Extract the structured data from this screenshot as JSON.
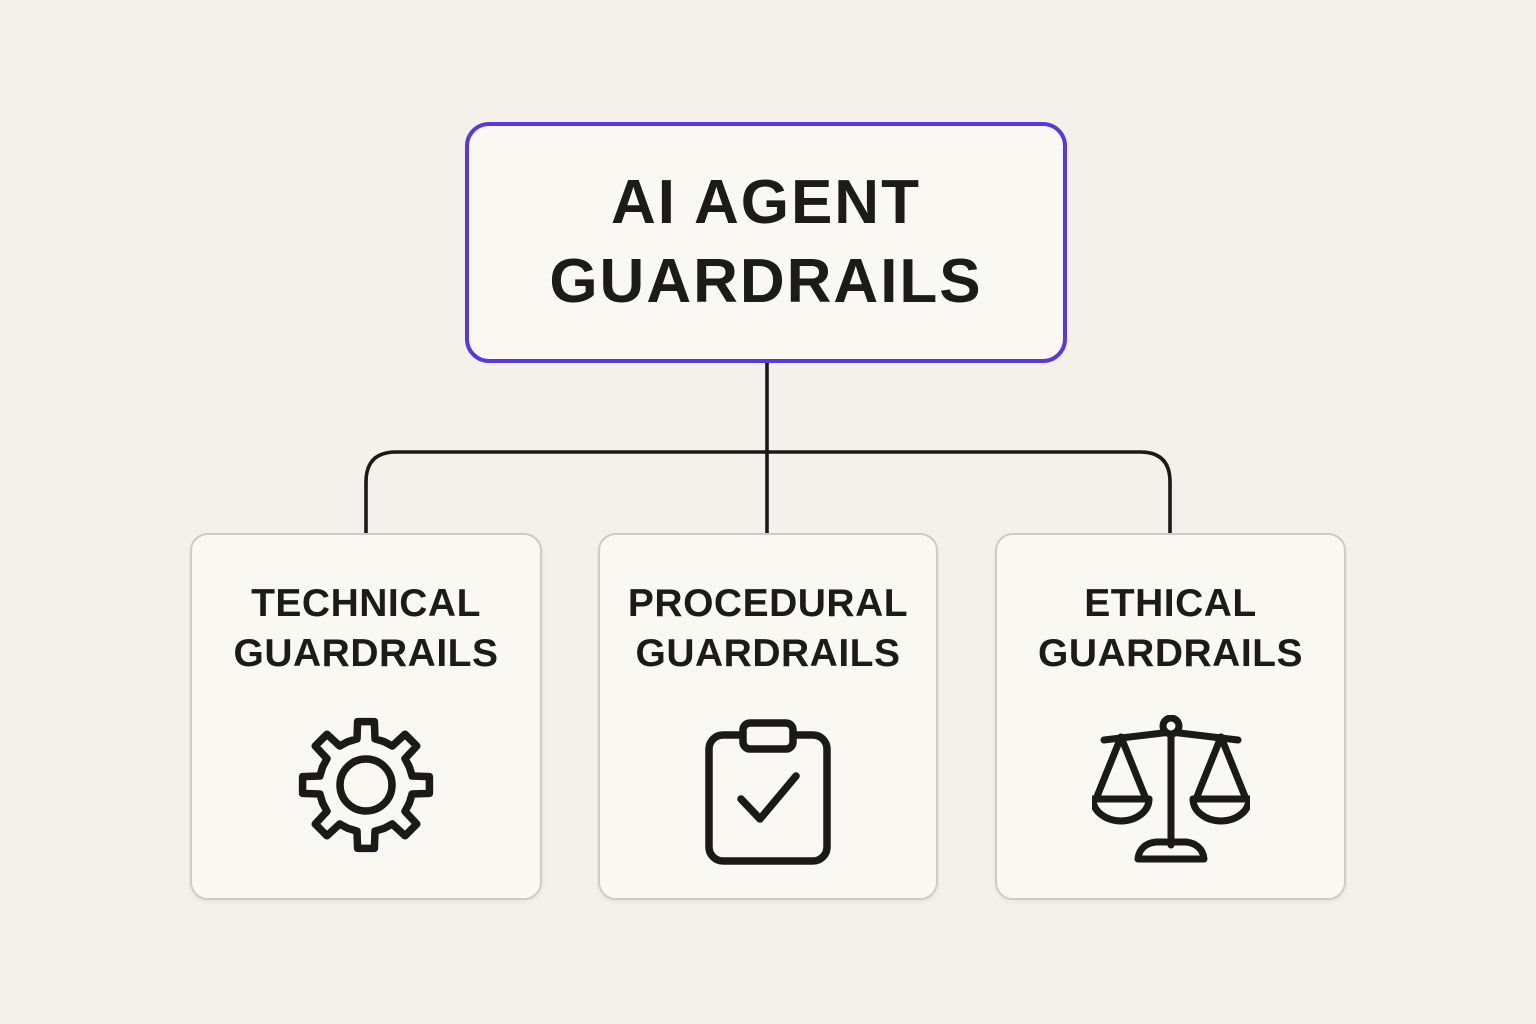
{
  "diagram": {
    "root": {
      "label_lines": [
        "AI AGENT",
        "GUARDRAILS"
      ],
      "accent_border_color": "#5838e1"
    },
    "branches": [
      {
        "id": "technical",
        "label_lines": [
          "TECHNICAL",
          "GUARDRAILS"
        ],
        "icon": "gear-icon"
      },
      {
        "id": "procedural",
        "label_lines": [
          "PROCEDURAL",
          "GUARDRAILS"
        ],
        "icon": "clipboard-check-icon"
      },
      {
        "id": "ethical",
        "label_lines": [
          "ETHICAL",
          "GUARDRAILS"
        ],
        "icon": "scales-icon"
      }
    ],
    "colors": {
      "background": "#f3f1ea",
      "card_fill": "#faf8f3",
      "card_border": "#cfccc6",
      "line": "#1a1a18",
      "text": "#1b1b19"
    }
  }
}
